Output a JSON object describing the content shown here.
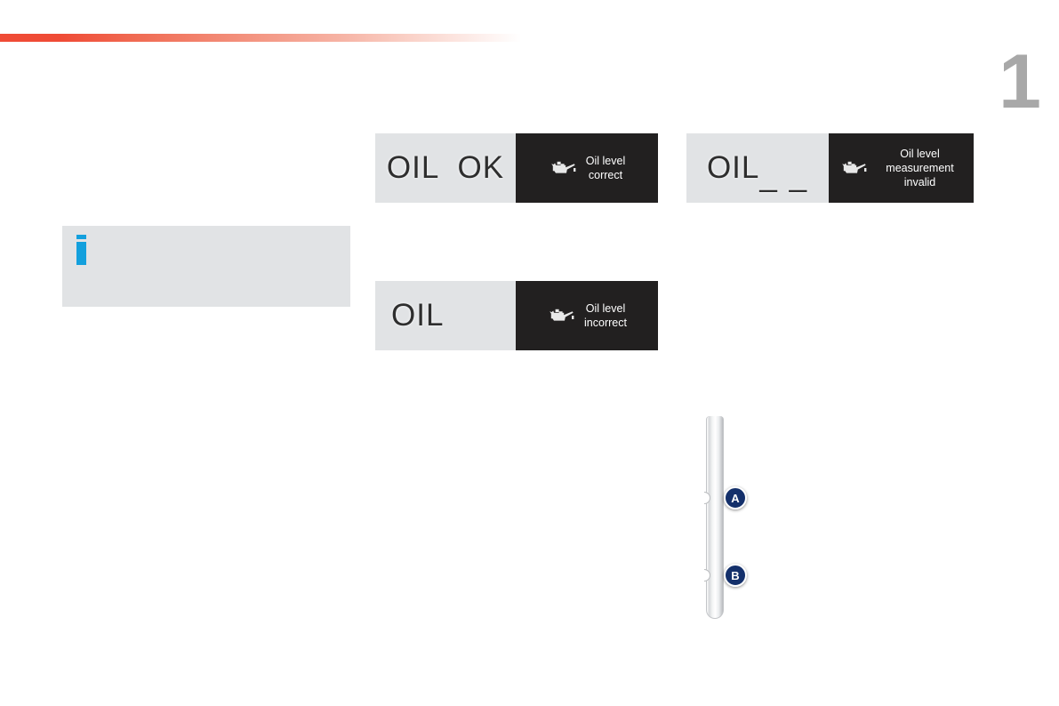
{
  "page": {
    "chapter_number": "1",
    "accent_color": "#ef4b36",
    "panel_light_color": "#e1e3e5",
    "panel_dark_color": "#222020",
    "info_accent_color": "#13a0dd",
    "marker_color": "#14306b"
  },
  "note": {
    "icon": "info-icon",
    "text": ""
  },
  "displays": [
    {
      "id": "oil-ok",
      "lcd_prefix": "OIL  OK",
      "lcd_dashes": "",
      "icon": "oil-can-icon",
      "caption_line1": "Oil level",
      "caption_line2": "correct"
    },
    {
      "id": "oil-invalid",
      "lcd_prefix": "OIL",
      "lcd_dashes": "_ _",
      "icon": "oil-can-icon",
      "caption_line1": "Oil level measurement",
      "caption_line2": "invalid"
    },
    {
      "id": "oil-incorrect",
      "lcd_prefix": "OIL",
      "lcd_dashes": "",
      "icon": "oil-can-icon",
      "caption_line1": "Oil level",
      "caption_line2": "incorrect"
    }
  ],
  "dipstick": {
    "name": "oil-dipstick",
    "markers": [
      {
        "label": "A"
      },
      {
        "label": "B"
      }
    ]
  }
}
